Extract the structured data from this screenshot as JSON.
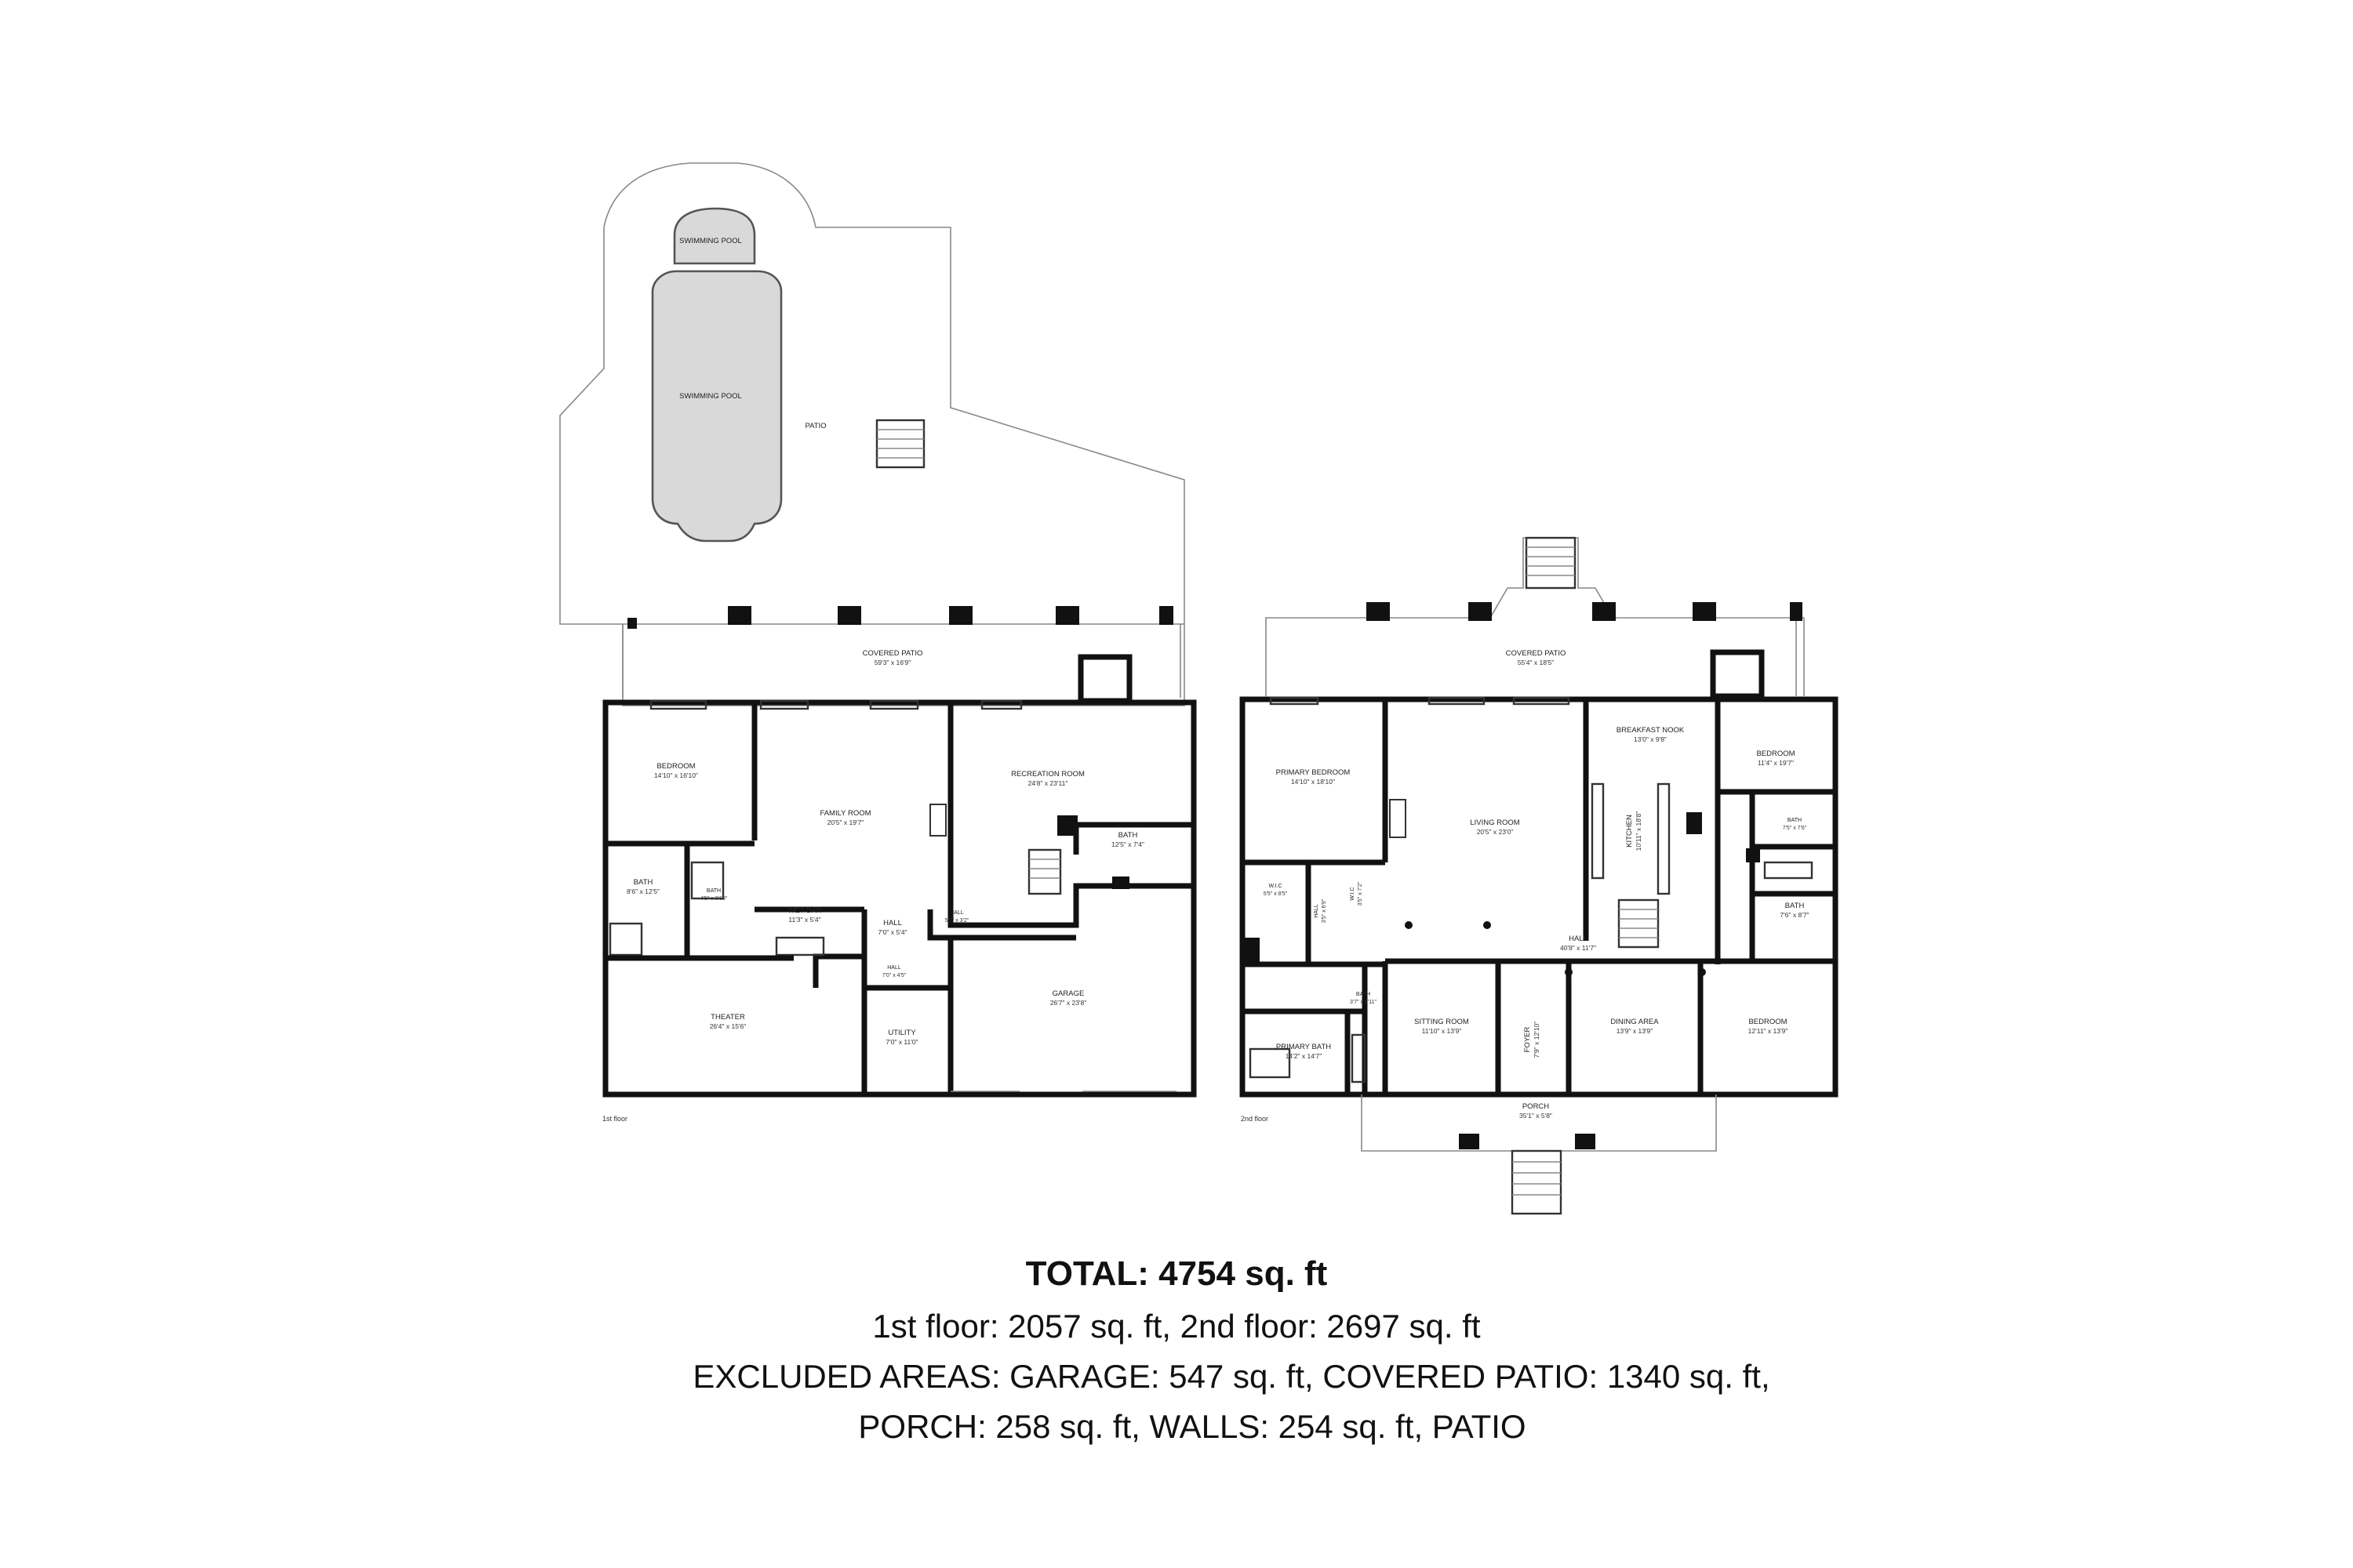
{
  "floor_labels": {
    "first": "1st floor",
    "second": "2nd floor"
  },
  "first_floor": {
    "swimming_pool_spa": "SWIMMING POOL",
    "swimming_pool": "SWIMMING POOL",
    "patio": "PATIO",
    "covered_patio": {
      "name": "COVERED PATIO",
      "dims": "59'3\" x 16'9\""
    },
    "bedroom": {
      "name": "BEDROOM",
      "dims": "14'10\" x 16'10\""
    },
    "family_room": {
      "name": "FAMILY ROOM",
      "dims": "20'5\" x 19'7\""
    },
    "recreation_room": {
      "name": "RECREATION ROOM",
      "dims": "24'8\" x 23'11\""
    },
    "bath_rec": {
      "name": "BATH",
      "dims": "12'5\" x 7'4\""
    },
    "bath_main": {
      "name": "BATH",
      "dims": "8'6\" x 12'5\""
    },
    "bath_small": {
      "name": "BATH",
      "dims": "4'5\" x 8'10\""
    },
    "wet_bar": {
      "name": "WET BAR",
      "dims": "11'3\" x 5'4\""
    },
    "hall": {
      "name": "HALL",
      "dims": "7'0\" x 5'4\""
    },
    "hall_small": {
      "name": "HALL",
      "dims": "5'7\" x 3'2\""
    },
    "hall_utility": {
      "name": "HALL",
      "dims": "7'0\" x 4'5\""
    },
    "theater": {
      "name": "THEATER",
      "dims": "26'4\" x 15'6\""
    },
    "utility": {
      "name": "UTILITY",
      "dims": "7'0\" x 11'0\""
    },
    "garage": {
      "name": "GARAGE",
      "dims": "26'7\" x 23'8\""
    }
  },
  "second_floor": {
    "covered_patio": {
      "name": "COVERED PATIO",
      "dims": "55'4\" x 18'5\""
    },
    "primary_bedroom": {
      "name": "PRIMARY BEDROOM",
      "dims": "14'10\" x 18'10\""
    },
    "living_room": {
      "name": "LIVING ROOM",
      "dims": "20'5\" x 23'0\""
    },
    "breakfast_nook": {
      "name": "BREAKFAST NOOK",
      "dims": "13'0\" x 9'8\""
    },
    "kitchen": {
      "name": "KITCHEN",
      "dims": "10'11\" x 18'8\""
    },
    "bedroom_ne": {
      "name": "BEDROOM",
      "dims": "11'4\" x 19'7\""
    },
    "bath_ne": {
      "name": "BATH",
      "dims": "7'5\" x 7'6\""
    },
    "bath_e": {
      "name": "BATH",
      "dims": "7'6\" x 8'7\""
    },
    "wic_1": {
      "name": "W.I.C",
      "dims": "5'5\" x 8'5\""
    },
    "wic_2": {
      "name": "W.I.C",
      "dims": "3'5\" x 7'2\""
    },
    "hall_small": {
      "name": "HALL",
      "dims": "3'5\" x 6'9\""
    },
    "hall_main": {
      "name": "HALL",
      "dims": "40'8\" x 11'7\""
    },
    "bath_small": {
      "name": "BATH",
      "dims": "3'7\" x 6'11\""
    },
    "primary_bath": {
      "name": "PRIMARY BATH",
      "dims": "14'2\" x 14'7\""
    },
    "sitting_room": {
      "name": "SITTING ROOM",
      "dims": "11'10\" x 13'9\""
    },
    "foyer": {
      "name": "FOYER",
      "dims": "7'9\" x 12'10\""
    },
    "dining_area": {
      "name": "DINING AREA",
      "dims": "13'9\" x 13'9\""
    },
    "bedroom_se": {
      "name": "BEDROOM",
      "dims": "12'11\" x 13'9\""
    },
    "porch": {
      "name": "PORCH",
      "dims": "35'1\" x 5'8\""
    }
  },
  "summary": {
    "total": "TOTAL: 4754 sq. ft",
    "floors": "1st floor: 2057 sq. ft, 2nd floor: 2697 sq. ft",
    "excluded_line1": "EXCLUDED AREAS:  GARAGE: 547 sq. ft, COVERED PATIO: 1340 sq. ft,",
    "excluded_line2": "PORCH: 258 sq. ft, WALLS: 254 sq. ft, PATIO"
  }
}
